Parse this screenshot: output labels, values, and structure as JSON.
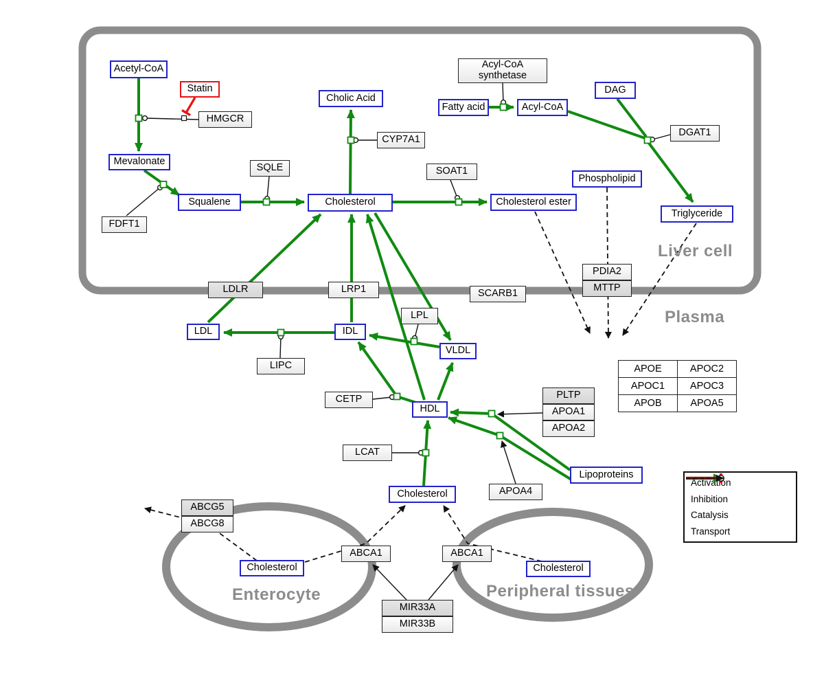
{
  "regions": {
    "liver_cell": "Liver cell",
    "plasma": "Plasma",
    "enterocyte": "Enterocyte",
    "peripheral_tissues": "Peripheral tissues"
  },
  "nodes": {
    "acetyl_coa": "Acetyl-CoA",
    "statin": "Statin",
    "hmgcr": "HMGCR",
    "mevalonate": "Mevalonate",
    "fdft1": "FDFT1",
    "squalene": "Squalene",
    "sqle": "SQLE",
    "cholic_acid": "Cholic Acid",
    "cyp7a1": "CYP7A1",
    "cholesterol_liver": "Cholesterol",
    "soat1": "SOAT1",
    "cholesterol_ester": "Cholesterol ester",
    "acyl_coa_synthetase": "Acyl-CoA\nsynthetase",
    "fatty_acid": "Fatty acid",
    "acyl_coa": "Acyl-CoA",
    "dag": "DAG",
    "dgat1": "DGAT1",
    "phospholipid": "Phospholipid",
    "triglyceride": "Triglyceride",
    "ldlr": "LDLR",
    "lrp1": "LRP1",
    "scarb1": "SCARB1",
    "pdia2": "PDIA2",
    "mttp": "MTTP",
    "ldl": "LDL",
    "idl": "IDL",
    "lipc": "LIPC",
    "lpl": "LPL",
    "vldl": "VLDL",
    "cetp": "CETP",
    "hdl": "HDL",
    "pltp": "PLTP",
    "apoa1": "APOA1",
    "apoa2": "APOA2",
    "lcat": "LCAT",
    "apoa4": "APOA4",
    "lipoproteins": "Lipoproteins",
    "cholesterol_plasma": "Cholesterol",
    "abcg5": "ABCG5",
    "abcg8": "ABCG8",
    "cholesterol_enterocyte": "Cholesterol",
    "abca1_left": "ABCA1",
    "abca1_right": "ABCA1",
    "cholesterol_peripheral": "Cholesterol",
    "mir33a": "MIR33A",
    "mir33b": "MIR33B"
  },
  "apo_table": {
    "rows": [
      [
        "APOE",
        "APOC2"
      ],
      [
        "APOC1",
        "APOC3"
      ],
      [
        "APOB",
        "APOA5"
      ]
    ]
  },
  "legend": {
    "activation": "Activation",
    "inhibition": "Inhibition",
    "catalysis": "Catalysis",
    "transport": "Transport"
  },
  "colors": {
    "activation_green": "#118a11",
    "inhibition_red": "#e81313",
    "entity_blue": "#2222cc",
    "membrane_gray": "#8c8c8c"
  }
}
